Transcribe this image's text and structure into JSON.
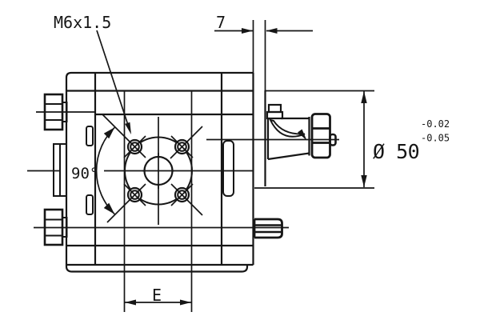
{
  "drawing": {
    "title": "gear pump outline drawing",
    "labels": {
      "thread_callout": "M6x1.5",
      "flange_thickness": "7",
      "bolt_angle": "90°",
      "pilot_diameter": "Ø 50",
      "tolerance_upper": "-0.02",
      "tolerance_lower": "-0.05",
      "bolt_spacing": "E"
    },
    "colors": {
      "line": "#161616",
      "background": "#ffffff"
    }
  }
}
